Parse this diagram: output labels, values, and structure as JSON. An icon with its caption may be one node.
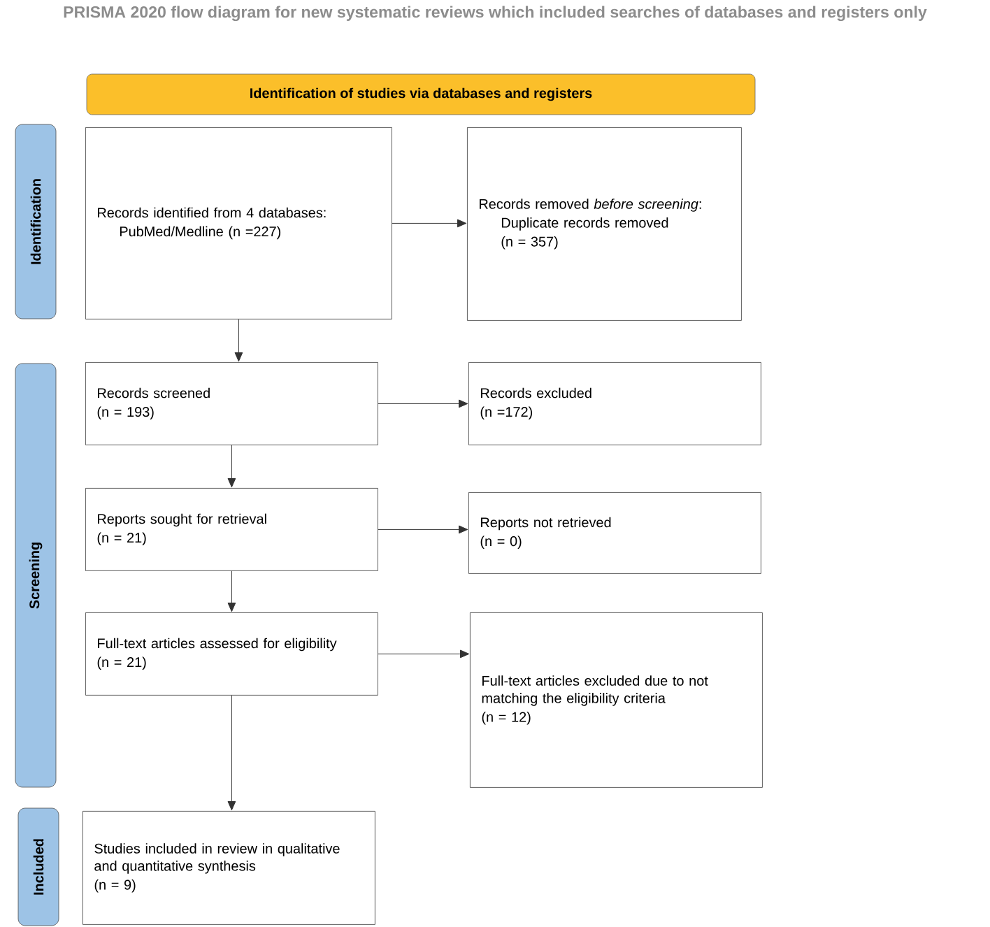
{
  "diagram": {
    "title": "PRISMA 2020 flow diagram for new systematic reviews which included searches of databases and registers only",
    "nodes": [
      {
        "text": [
          "Identification of studies via databases and registers"
        ]
      },
      {
        "text": [
          "Identification"
        ]
      },
      {
        "text": [
          "Screening"
        ]
      },
      {
        "text": [
          "Included"
        ]
      },
      {
        "text": [
          "Records identified from 4 databases:",
          "PubMed/Medline (n =227)"
        ]
      },
      {
        "text": [
          "Records removed *before screening*:",
          "Duplicate records removed",
          "(n = 357)"
        ]
      },
      {
        "text": [
          "Records screened",
          "(n = 193)"
        ]
      },
      {
        "text": [
          "Records excluded",
          "(n =172)"
        ]
      },
      {
        "text": [
          "Reports sought for retrieval",
          "(n = 21)"
        ]
      },
      {
        "text": [
          "Reports not retrieved",
          "(n = 0)"
        ]
      },
      {
        "text": [
          "Full-text articles assessed for eligibility",
          "(n = 21)"
        ]
      },
      {
        "text": [
          "Full-text articles excluded due to not matching the eligibility criteria",
          "(n = 12)"
        ]
      },
      {
        "text": [
          "Studies included in review in qualitative and quantitative synthesis",
          "(n = 9)"
        ]
      }
    ],
    "edges": [
      {
        "from": 4,
        "to": 5,
        "arrow": "to"
      },
      {
        "from": 4,
        "to": 6,
        "arrow": "to"
      },
      {
        "from": 6,
        "to": 7,
        "arrow": "to"
      },
      {
        "from": 6,
        "to": 8,
        "arrow": "to"
      },
      {
        "from": 8,
        "to": 9,
        "arrow": "to"
      },
      {
        "from": 8,
        "to": 10,
        "arrow": "to"
      },
      {
        "from": 10,
        "to": 11,
        "arrow": "to"
      },
      {
        "from": 10,
        "to": 12,
        "arrow": "to"
      }
    ]
  }
}
